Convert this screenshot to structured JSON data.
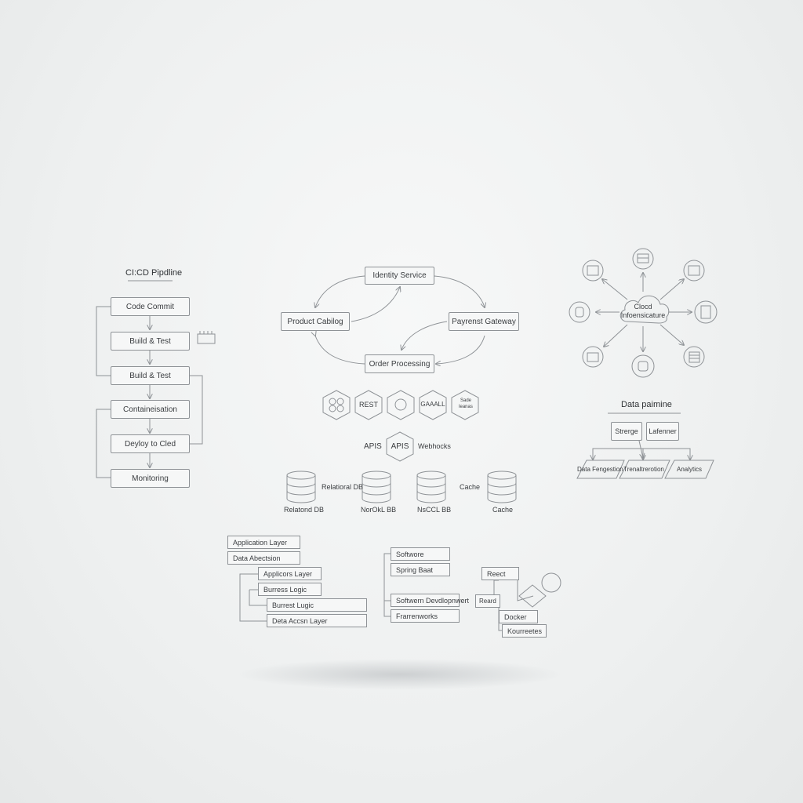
{
  "cicd": {
    "title": "CI:CD Pipdline",
    "steps": [
      "Code Commit",
      "Build & Test",
      "Build & Test",
      "Containeisation",
      "Deyloy to Cled",
      "Monitoring"
    ]
  },
  "services": {
    "identity": "Identity Service",
    "catalog": "Product Cabilog",
    "payment": "Payrenst Gateway",
    "orders": "Order Processing"
  },
  "hexes": {
    "rest": "REST",
    "gaall": "GAAALL",
    "small": "Sade\nleanas",
    "apis_hex": "APIS"
  },
  "api_row": {
    "left": "APIS",
    "right": "Webhocks"
  },
  "databases": {
    "db_inline": "Relatioral DB",
    "cache_inline": "Cache",
    "labels": [
      "Relatond DB",
      "NorOkL BB",
      "NsCCL BB",
      "Cache"
    ]
  },
  "cloud": {
    "center_line1": "Clocd",
    "center_line2": "Infoensicature"
  },
  "data_pipeline": {
    "title": "Data paimine",
    "top": [
      "Strerge",
      "Lafenner"
    ],
    "bottom": [
      "Data Fengestion",
      "Trenaltrerotion",
      "Analytics"
    ]
  },
  "layers": {
    "top": [
      "Application Layer",
      "Data Abectsion"
    ],
    "nested": [
      "Applicors Layer",
      "Burress Logic",
      "Burrest Lugic",
      "Deta Accsn Layer"
    ]
  },
  "software": {
    "items": [
      "Softwore",
      "Spring Baat",
      "Softwern Devdlopnwert",
      "Frarrenworks"
    ]
  },
  "stack": {
    "items": [
      "Reect",
      "Reard",
      "Docker",
      "Kourreetes"
    ]
  }
}
